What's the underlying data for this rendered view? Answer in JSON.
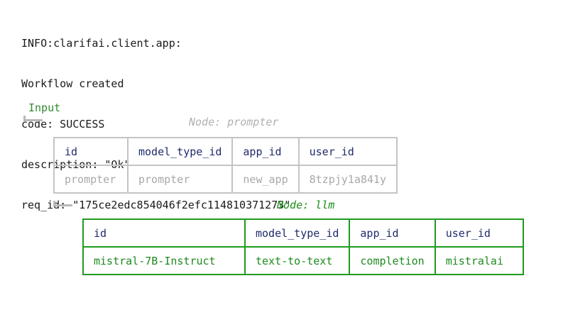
{
  "log": {
    "line1": "INFO:clarifai.client.app:",
    "line2": "Workflow created",
    "line3": "code: SUCCESS",
    "line4": "description: \"Ok\"",
    "line5": "req_id: \"175ce2edc854046f2efc114810371273\""
  },
  "input_label": "Input",
  "nodes": [
    {
      "title": "Node: prompter",
      "headers": [
        "id",
        "model_type_id",
        "app_id",
        "user_id"
      ],
      "values": [
        "prompter",
        "prompter",
        "new_app",
        "8tzpjy1a841y"
      ]
    },
    {
      "title": "Node: llm",
      "headers": [
        "id",
        "model_type_id",
        "app_id",
        "user_id"
      ],
      "values": [
        "mistral-7B-Instruct",
        "text-to-text",
        "completion",
        "mistralai"
      ]
    }
  ],
  "colors": {
    "green": "#1f9a1f",
    "gray_border": "#c4c4c4",
    "header_text": "#1f2a6b"
  }
}
